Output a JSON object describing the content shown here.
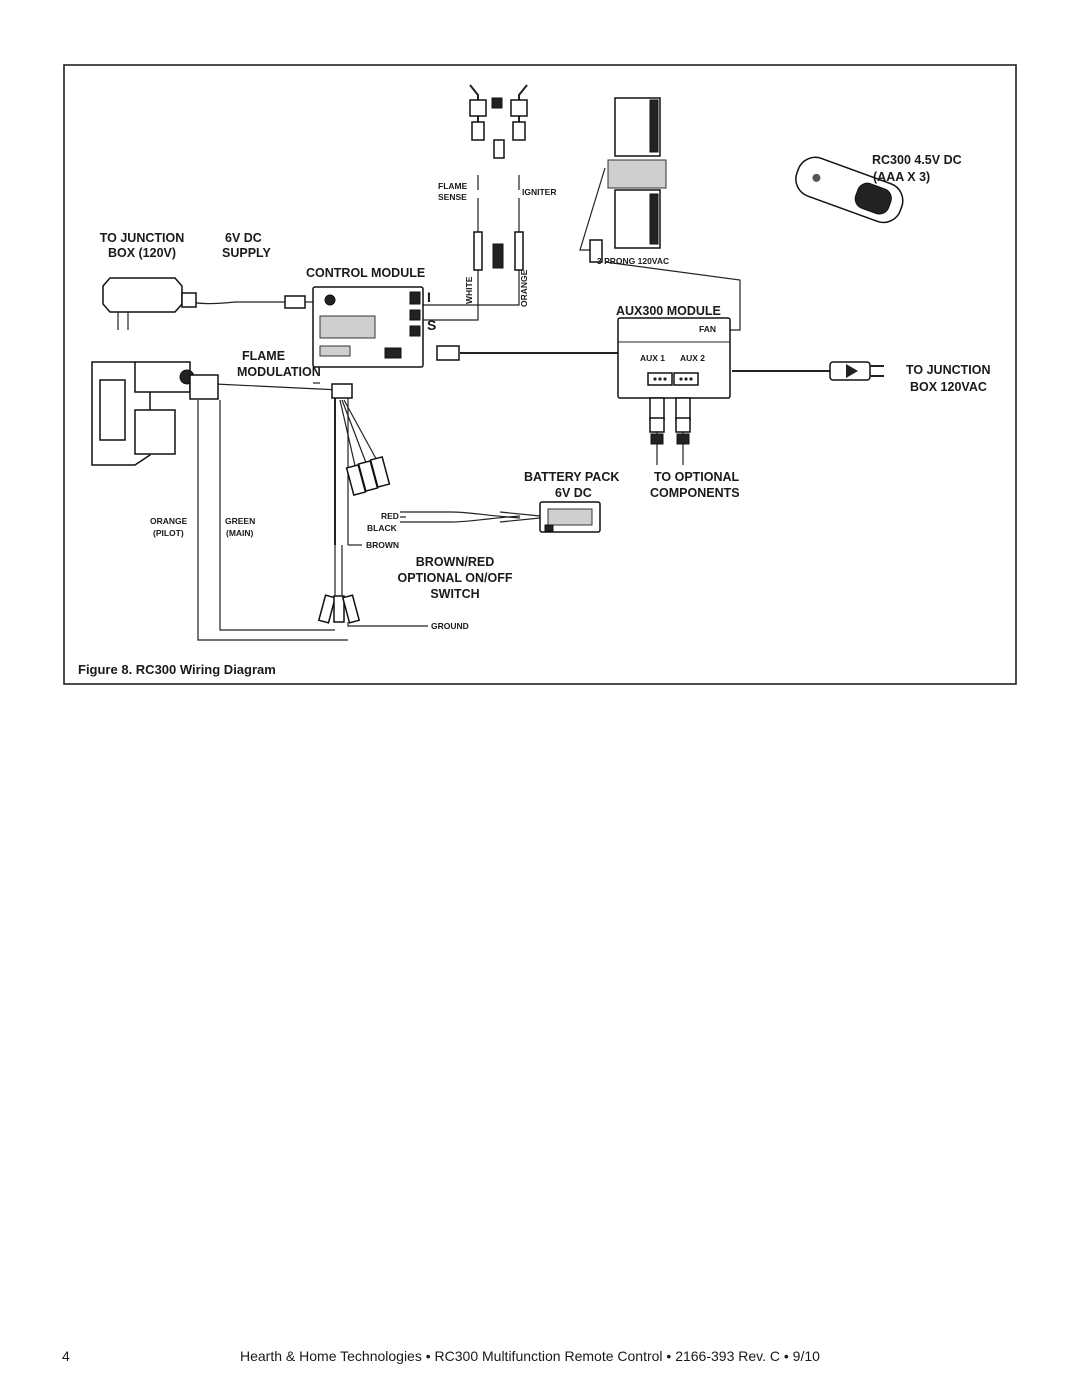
{
  "figure": {
    "caption": "Figure 8.  RC300 Wiring Diagram",
    "labels": {
      "to_junction_120v_l1": "TO JUNCTION",
      "to_junction_120v_l2": "BOX (120V)",
      "supply_l1": "6V DC",
      "supply_l2": "SUPPLY",
      "control_module": "CONTROL MODULE",
      "terminal_i": "I",
      "terminal_s": "S",
      "flame_modulation_l1": "FLAME",
      "flame_modulation_l2": "MODULATION",
      "flame_sense_l1": "FLAME",
      "flame_sense_l2": "SENSE",
      "igniter": "IGNITER",
      "wire_white": "WHITE",
      "wire_orange_vertical": "ORANGE",
      "three_prong": "3 PRONG 120VAC",
      "aux300_module": "AUX300 MODULE",
      "fan": "FAN",
      "aux1": "AUX 1",
      "aux2": "AUX 2",
      "remote_l1": "RC300 4.5V DC",
      "remote_l2": "(AAA X 3)",
      "to_junction_120vac_l1": "TO JUNCTION",
      "to_junction_120vac_l2": "BOX 120VAC",
      "battery_pack_l1": "BATTERY PACK",
      "battery_pack_l2": "6V DC",
      "to_optional_l1": "TO OPTIONAL",
      "to_optional_l2": "COMPONENTS",
      "orange_l1": "ORANGE",
      "orange_l2": "(PILOT)",
      "green_l1": "GREEN",
      "green_l2": "(MAIN)",
      "red": "RED",
      "black": "BLACK",
      "brown": "BROWN",
      "switch_l1": "BROWN/RED",
      "switch_l2": "OPTIONAL ON/OFF",
      "switch_l3": "SWITCH",
      "ground": "GROUND"
    }
  },
  "footer": {
    "page_number": "4",
    "text": "Hearth & Home Technologies  •  RC300 Multifunction Remote Control  •  2166-393 Rev. C  •  9/10"
  }
}
